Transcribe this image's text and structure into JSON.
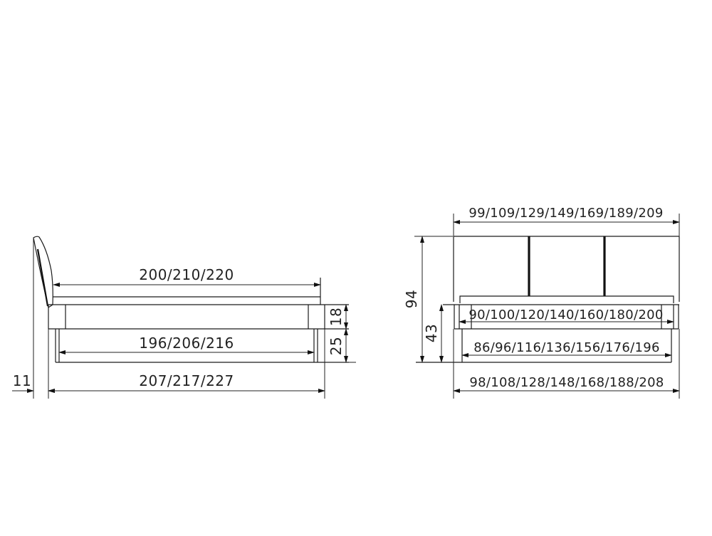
{
  "drawing": {
    "title": "Bed dimension drawing",
    "side_view": {
      "dimensions": {
        "inner_length": "200/210/220",
        "slat_length": "196/206/216",
        "overall_length": "207/217/227",
        "headboard_offset": "11",
        "frame_height": "18",
        "leg_height": "25"
      }
    },
    "front_view": {
      "dimensions": {
        "headboard_width": "99/109/129/149/169/189/209",
        "mattress_width": "90/100/120/140/160/180/200",
        "slat_width": "86/96/116/136/156/176/196",
        "overall_width": "98/108/128/148/168/188/208",
        "overall_height": "94",
        "bed_height": "43"
      }
    },
    "colors": {
      "line": "#1a1a1a",
      "background": "#ffffff"
    }
  }
}
